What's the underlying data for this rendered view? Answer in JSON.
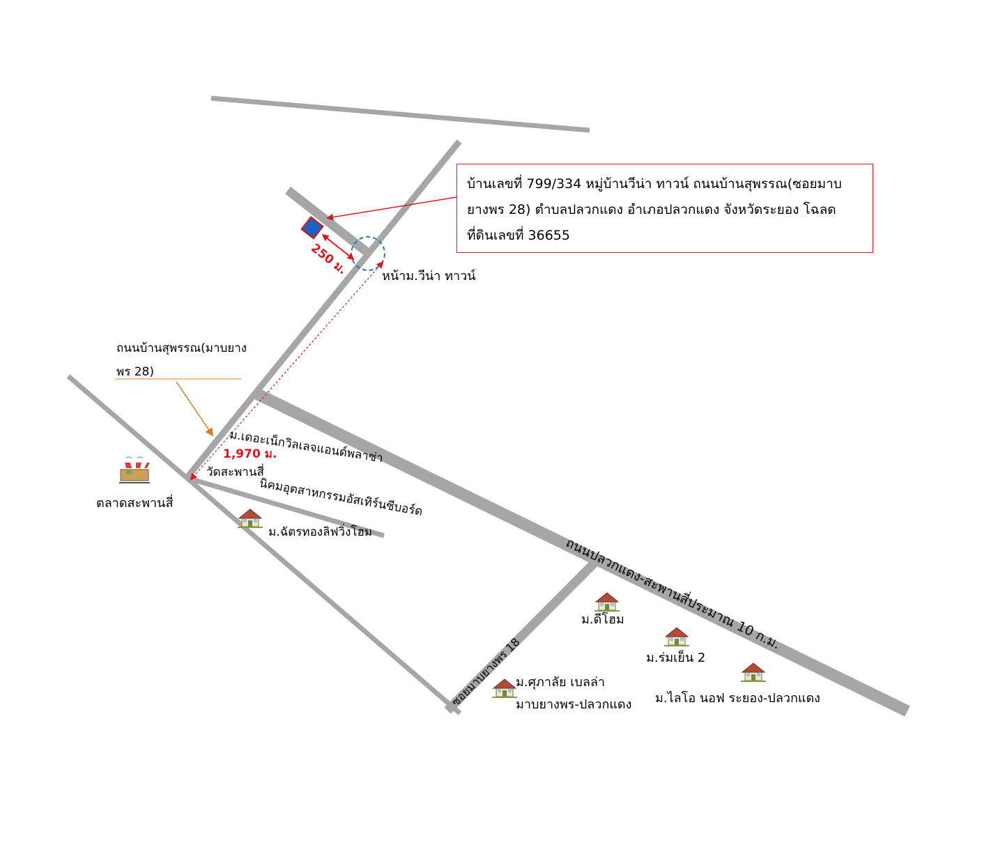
{
  "info_box": {
    "line1": "บ้านเลขที่ 799/334 หมู่บ้านวีน่า ทาวน์ ถนนบ้านสุพรรณ(ซอยมาบ",
    "line2": "ยางพร 28) ตำบลปลวกแดง อำเภอปลวกแดง จังหวัดระยอง โฉลด",
    "line3": "ที่ดินเลขที่ 36655"
  },
  "labels": {
    "entrance": "หน้าม.วีน่า ทาวน์",
    "road_name_line1": "ถนนบ้านสุพรรณ(มาบยาง",
    "road_name_line2": "พร 28)",
    "village_nick": "ม.เดอะเน็กวิลเลจแอนด์พลาซ่า",
    "temple": "วัดสะพานสี่",
    "industrial_estate": "นิคมอุตสาหกรรมอัสเทิร์นซีบอร์ด",
    "market": "ตลาดสะพานสี่",
    "village_chat": "ม.ฉัตรทองลิฟวิ่งโฮม",
    "main_road": "ถนนปลวกแดง-สะพานสี่ประมาณ 10 ก.ม.",
    "soi_18": "ซอยมาบยางพร 18",
    "village_dhome": "ม.ดีโฮม",
    "village_romyen": "ม.ร่มเย็น 2",
    "village_suphalai_1": "ม.ศุภาลัย เบลล่า",
    "village_suphalai_2": "มาบยางพร-ปลวกแดง",
    "village_lio": "ม.ไลโอ นอฟ ระยอง-ปลวกแดง"
  },
  "distances": {
    "short": "250 ม.",
    "long": "1,970 ม."
  },
  "icons": [
    "house-icon",
    "market-stall-icon",
    "property-marker-icon"
  ],
  "colors": {
    "road": "#a6a6a6",
    "property": "#1f5fbf",
    "highlight_red": "#e0141e",
    "circle_blue": "#2e75b6",
    "pointer_orange": "#e07b2a"
  }
}
